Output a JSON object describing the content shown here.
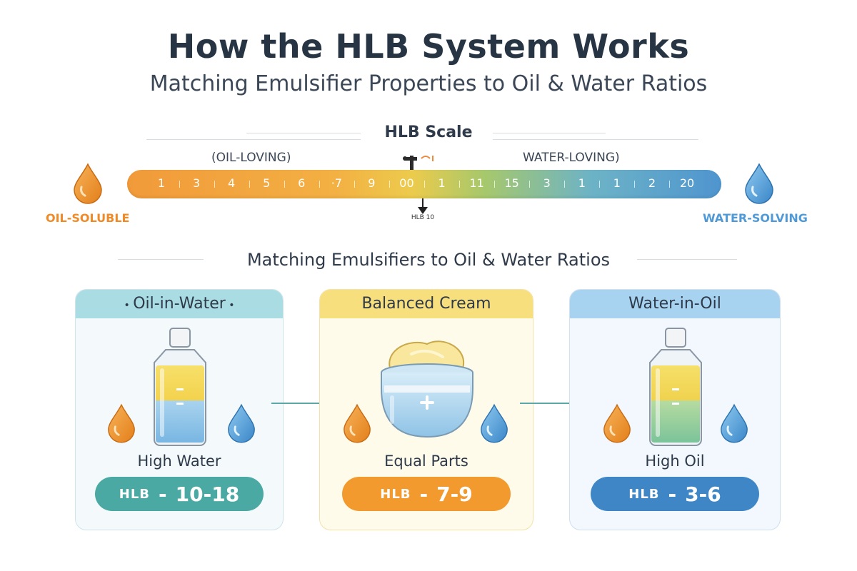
{
  "header": {
    "title": "How the HLB System Works",
    "subtitle": "Matching Emulsifier Properties to Oil & Water Ratios"
  },
  "scale": {
    "title": "HLB Scale",
    "left_tag": "(OIL-LOVING)",
    "right_tag": "WATER-LOVING)",
    "ticks": [
      "1",
      "3",
      "4",
      "5",
      "6",
      "·7",
      "9",
      "00",
      "1",
      "11",
      "15",
      "3",
      "1",
      "1",
      "2",
      "20"
    ],
    "left_end_label": "OIL-SOLUBLE",
    "right_end_label": "WATER-SOLVING",
    "marker_label": "HLB 10",
    "colors": {
      "oil": "#f0922e",
      "water": "#4c98d6"
    }
  },
  "section": {
    "title": "Matching Emulsifiers to Oil & Water Ratios"
  },
  "cards": [
    {
      "title": "Oil-in-Water",
      "caption": "High Water",
      "pill_label": "HLB",
      "pill_sep": "-",
      "pill_range": "10-18",
      "accent": "#4aa9a3",
      "icon": "bottle-icon"
    },
    {
      "title": "Balanced Cream",
      "caption": "Equal Parts",
      "pill_label": "HLB",
      "pill_sep": "-",
      "pill_range": "7-9",
      "accent": "#f29a2e",
      "icon": "cream-jar-icon"
    },
    {
      "title": "Water-in-Oil",
      "caption": "High Oil",
      "pill_label": "HLB",
      "pill_sep": "-",
      "pill_range": "3-6",
      "accent": "#3f86c6",
      "icon": "bottle-icon"
    }
  ]
}
